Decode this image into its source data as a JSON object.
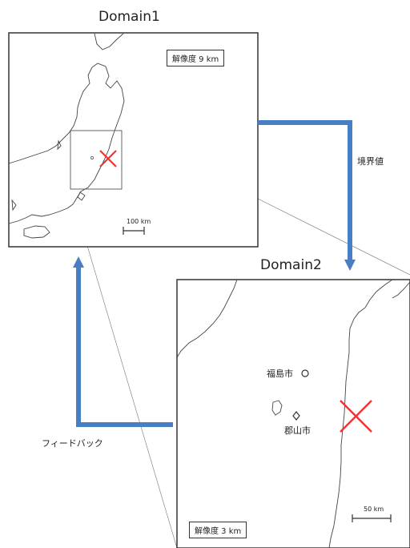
{
  "domain1": {
    "title": "Domain1",
    "resolution": "解像度 9 km",
    "scale": "100 km"
  },
  "domain2": {
    "title": "Domain2",
    "resolution": "解像度 3 km",
    "scale": "50 km",
    "city_fukushima": "福島市",
    "city_koriyama": "郡山市"
  },
  "arrows": {
    "boundary_label": "境界値",
    "feedback_label": "フィードバック",
    "color": "#4a7ec2"
  },
  "marker_color": "#ee3333"
}
